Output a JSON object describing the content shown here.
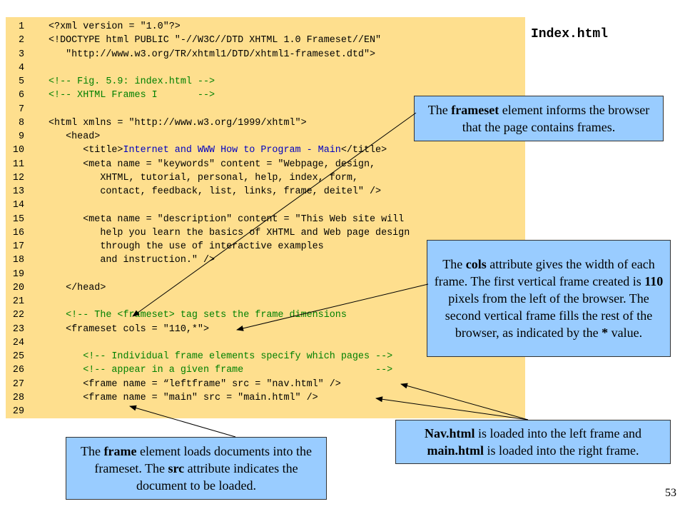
{
  "filename": "Index.html",
  "page_number": "53",
  "code_lines": [
    {
      "n": "1",
      "parts": [
        {
          "t": "<?xml version = \"1.0\"?>",
          "c": "black"
        }
      ]
    },
    {
      "n": "2",
      "parts": [
        {
          "t": "<!DOCTYPE html PUBLIC \"-//W3C//DTD XHTML 1.0 Frameset//EN\"",
          "c": "black"
        }
      ]
    },
    {
      "n": "3",
      "parts": [
        {
          "t": "   \"http://www.w3.org/TR/xhtml1/DTD/xhtml1-frameset.dtd\">",
          "c": "black"
        }
      ]
    },
    {
      "n": "4",
      "parts": []
    },
    {
      "n": "5",
      "parts": [
        {
          "t": "<!-- Fig. 5.9: index.html -->",
          "c": "green"
        }
      ]
    },
    {
      "n": "6",
      "parts": [
        {
          "t": "<!-- XHTML Frames I       -->",
          "c": "green"
        }
      ]
    },
    {
      "n": "7",
      "parts": []
    },
    {
      "n": "8",
      "parts": [
        {
          "t": "<html xmlns = \"http://www.w3.org/1999/xhtml\">",
          "c": "black"
        }
      ]
    },
    {
      "n": "9",
      "parts": [
        {
          "t": "   <head>",
          "c": "black"
        }
      ]
    },
    {
      "n": "10",
      "parts": [
        {
          "t": "      <title>",
          "c": "black"
        },
        {
          "t": "Internet and WWW How to Program - Main",
          "c": "blue"
        },
        {
          "t": "</title>",
          "c": "black"
        }
      ]
    },
    {
      "n": "11",
      "parts": [
        {
          "t": "      <meta name = \"keywords\" content = \"Webpage, design,",
          "c": "black"
        }
      ]
    },
    {
      "n": "12",
      "parts": [
        {
          "t": "         XHTML, tutorial, personal, help, index, form,",
          "c": "black"
        }
      ]
    },
    {
      "n": "13",
      "parts": [
        {
          "t": "         contact, feedback, list, links, frame, deitel\" />",
          "c": "black"
        }
      ]
    },
    {
      "n": "14",
      "parts": []
    },
    {
      "n": "15",
      "parts": [
        {
          "t": "      <meta name = \"description\" content = \"This Web site will",
          "c": "black"
        }
      ]
    },
    {
      "n": "16",
      "parts": [
        {
          "t": "         help you learn the basics of XHTML and Web page design",
          "c": "black"
        }
      ]
    },
    {
      "n": "17",
      "parts": [
        {
          "t": "         through the use of interactive examples",
          "c": "black"
        }
      ]
    },
    {
      "n": "18",
      "parts": [
        {
          "t": "         and instruction.\" />",
          "c": "black"
        }
      ]
    },
    {
      "n": "19",
      "parts": []
    },
    {
      "n": "20",
      "parts": [
        {
          "t": "   </head>",
          "c": "black"
        }
      ]
    },
    {
      "n": "21",
      "parts": []
    },
    {
      "n": "22",
      "parts": [
        {
          "t": "   <!-- The <frameset> tag sets the frame dimensions",
          "c": "green"
        }
      ]
    },
    {
      "n": "23",
      "parts": [
        {
          "t": "   <frameset cols = \"110,*\">",
          "c": "black"
        }
      ]
    },
    {
      "n": "24",
      "parts": []
    },
    {
      "n": "25",
      "parts": [
        {
          "t": "      <!-- Individual frame elements specify which pages -->",
          "c": "green"
        }
      ]
    },
    {
      "n": "26",
      "parts": [
        {
          "t": "      <!-- appear in a given frame                       -->",
          "c": "green"
        }
      ]
    },
    {
      "n": "27",
      "parts": [
        {
          "t": "      <frame name = “leftframe\" src = \"nav.html\" />",
          "c": "black"
        }
      ]
    },
    {
      "n": "28",
      "parts": [
        {
          "t": "      <frame name = \"main\" src = \"main.html\" />",
          "c": "black"
        }
      ]
    },
    {
      "n": "29",
      "parts": []
    }
  ],
  "callouts": {
    "frameset": {
      "pre": "The ",
      "bold": "frameset",
      "post": " element informs the browser that the page contains frames."
    },
    "cols": {
      "a": "The ",
      "b1": "cols",
      "c": " attribute gives the width of each frame. The first vertical frame created is ",
      "b2": "110",
      "d": " pixels from the left of the browser. The second vertical frame fills the rest of the browser, as indicated by the ",
      "b3": "*",
      "e": " value."
    },
    "nav": {
      "b1": "Nav.html",
      "a": " is loaded into the left frame and ",
      "b2": "main.html",
      "b": " is loaded into the right frame."
    },
    "frame": {
      "a": "The ",
      "b1": "frame",
      "b": " element loads documents into the frameset. The ",
      "b2": "src",
      "c": " attribute indicates the document to be loaded."
    }
  }
}
